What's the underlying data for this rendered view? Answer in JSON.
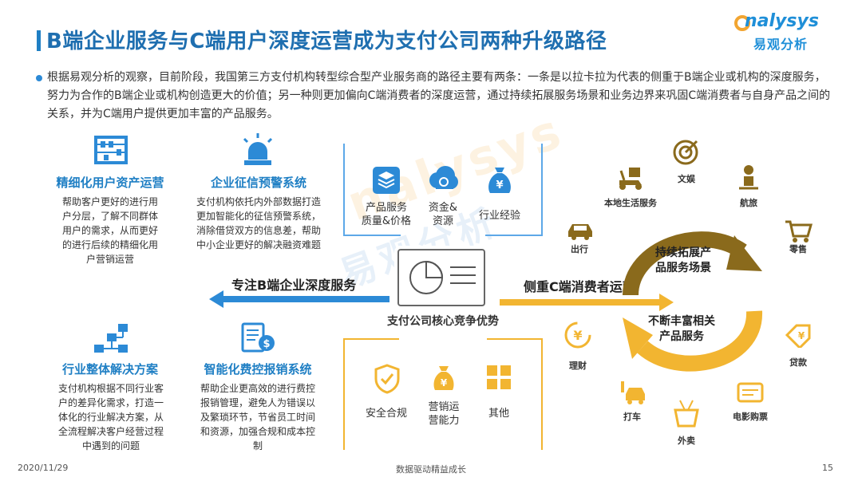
{
  "header": {
    "title": "B端企业服务与C端用户深度运营成为支付公司两种升级路径",
    "logo_en": "nalysys",
    "logo_cn": "易观分析"
  },
  "intro": {
    "text": "根据易观分析的观察，目前阶段，我国第三方支付机构转型综合型产业服务商的路径主要有两条：一条是以拉卡拉为代表的侧重于B端企业或机构的深度服务，努力为合作的B端企业或机构创造更大的价值；另一种则更加偏向C端消费者的深度运营，通过持续拓展服务场景和业务边界来巩固C端消费者与自身产品之间的关系，并为C端用户提供更加丰富的产品服务。"
  },
  "left": {
    "features": [
      {
        "title": "精细化用户资产运营",
        "desc": "帮助客户更好的进行用户分层，了解不同群体用户的需求，从而更好的进行后续的精细化用户营销运营"
      },
      {
        "title": "企业征信预警系统",
        "desc": "支付机构依托内外部数据打造更加智能化的征信预警系统，消除借贷双方的信息差，帮助中小企业更好的解决融资难题"
      },
      {
        "title": "行业整体解决方案",
        "desc": "支付机构根据不同行业客户的差异化需求，打造一体化的行业解决方案，从全流程解决客户经营过程中遇到的问题"
      },
      {
        "title": "智能化费控报销系统",
        "desc": "帮助企业更高效的进行费控报销管理，避免人为错误以及繁琐环节，节省员工时间和资源，加强合规和成本控制"
      }
    ],
    "arrow_label": "专注B端企业深度服务"
  },
  "center": {
    "top_items": [
      {
        "label_line1": "产品服务",
        "label_line2": "质量&价格"
      },
      {
        "label_line1": "资金&",
        "label_line2": "资源"
      },
      {
        "label_line1": "行业经验",
        "label_line2": ""
      }
    ],
    "core_label": "支付公司核心竞争优势",
    "bottom_items": [
      {
        "label_line1": "安全合规",
        "label_line2": ""
      },
      {
        "label_line1": "营销运",
        "label_line2": "营能力"
      },
      {
        "label_line1": "其他",
        "label_line2": ""
      }
    ]
  },
  "right": {
    "arrow_label": "侧重C端消费者运营",
    "cycle_top_line1": "持续拓展产",
    "cycle_top_line2": "品服务场景",
    "cycle_bottom_line1": "不断丰富相关",
    "cycle_bottom_line2": "产品服务",
    "scenes": {
      "wenyu": "文娱",
      "local": "本地生活服务",
      "hanglv": "航旅",
      "chuxing": "出行",
      "lingshou": "零售",
      "licai": "理财",
      "daikuan": "贷款",
      "dache": "打车",
      "dianying": "电影购票",
      "waimai": "外卖"
    }
  },
  "footer": {
    "date": "2020/11/29",
    "slogan": "数据驱动精益成长",
    "page": "15"
  },
  "colors": {
    "blue": "#1f7fc4",
    "yellow": "#f2b531",
    "olive": "#8a6a1c"
  }
}
